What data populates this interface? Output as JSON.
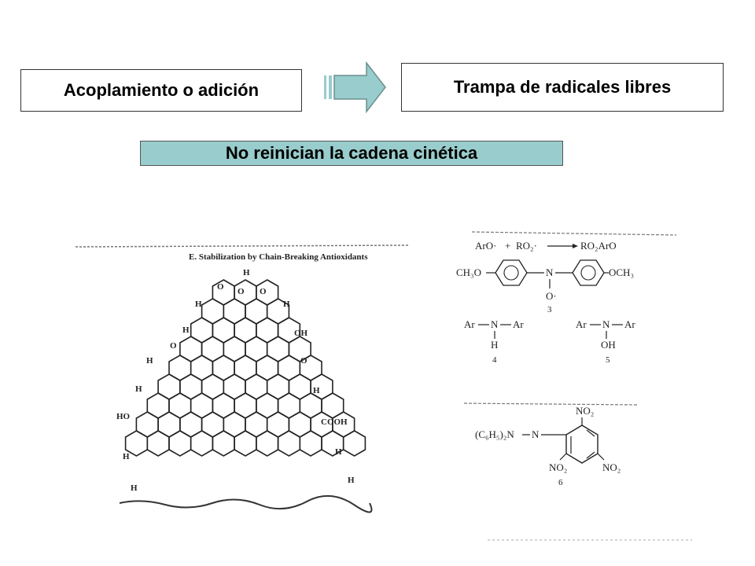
{
  "colors": {
    "accent": "#99cccc",
    "arrow_fill": "#99cccc",
    "arrow_stroke": "#6a8f8f",
    "ink": "#222222"
  },
  "boxes": {
    "left_label": "Acoplamiento o adición",
    "right_label": "Trampa de radicales libres"
  },
  "banner": {
    "label": "No reinician la cadena cinética"
  },
  "figure_left": {
    "caption": "E. Stabilization by Chain-Breaking Antioxidants",
    "labels": {
      "h": "H",
      "o": "O",
      "oh": "OH",
      "ho": "HO",
      "cooh": "COOH"
    }
  },
  "figure_right": {
    "reaction": {
      "reactant1": "ArO·",
      "plus": "+",
      "reactant2": "RO₂·",
      "product": "RO₂ArO"
    },
    "nitroxide": {
      "left": "CH₃O",
      "center": "N",
      "right": "OCH₃",
      "oxygen": "O·",
      "number": "3"
    },
    "amine4": {
      "left": "Ar",
      "center": "N",
      "right": "Ar",
      "sub": "H",
      "number": "4"
    },
    "amine5": {
      "left": "Ar",
      "center": "N",
      "right": "Ar",
      "sub": "OH",
      "number": "5"
    },
    "dpph": {
      "left": "(C₆H₅)₂N",
      "n": "N",
      "top": "NO₂",
      "bottom_left": "NO₂",
      "bottom_right": "NO₂",
      "number": "6"
    }
  }
}
